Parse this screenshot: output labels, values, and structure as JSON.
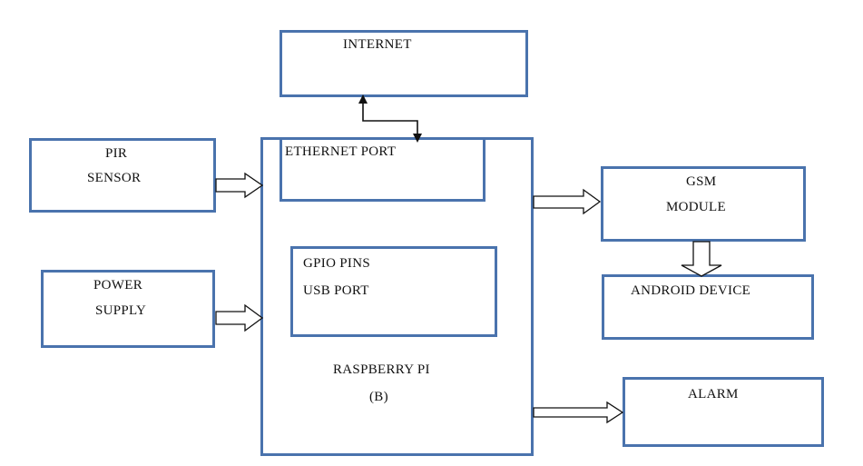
{
  "diagram": {
    "internet": "INTERNET",
    "pir_sensor": {
      "line1": "PIR",
      "line2": "SENSOR"
    },
    "power_supply": {
      "line1": "POWER",
      "line2": "SUPPLY"
    },
    "ethernet_port": "ETHERNET PORT",
    "gpio_pins": "GPIO PINS",
    "usb_port": "USB PORT",
    "raspberry_pi": {
      "line1": "RASPBERRY PI",
      "line2": "(B)"
    },
    "gsm_module": {
      "line1": "GSM",
      "line2": "MODULE"
    },
    "android_device": "ANDROID DEVICE",
    "alarm": "ALARM"
  },
  "colors": {
    "block_border": "#4a73ad",
    "line": "#111111"
  }
}
